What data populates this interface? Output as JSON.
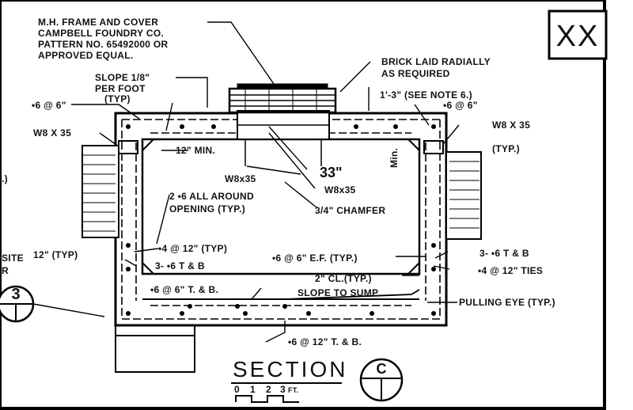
{
  "sheet": {
    "sheet_id": "XX",
    "section_title": "SECTION",
    "section_letter": "C",
    "detail_number": "3",
    "scale_labels": [
      "0",
      "1",
      "2",
      "3",
      "FT."
    ]
  },
  "callouts": {
    "mh_frame": [
      "M.H. FRAME AND COVER",
      "CAMPBELL FOUNDRY CO.",
      "PATTERN NO. 65492000 OR",
      "APPROVED EQUAL."
    ],
    "brick": [
      "BRICK LAID RADIALLY",
      "AS REQUIRED"
    ],
    "slope_top": [
      "SLOPE 1/8\"",
      "PER FOOT",
      "(TYP)"
    ],
    "see_note": "1'-3\" (SEE NOTE 6.)",
    "bar_top_left": "•6 @ 6\"",
    "bar_top_right": "•6 @ 6\"",
    "w8_left": "W8 X 35",
    "w8_right": "W8 X 35",
    "typ_right": "(TYP.)",
    "min_12": "12\" MIN.",
    "min_vertical": "Min.",
    "beam_a": "W8x35",
    "beam_b": "W8x35",
    "dim_33": "33\"",
    "chamfer": "3/4\" CHAMFER",
    "around_opening": [
      "2 •6 ALL AROUND",
      "OPENING (TYP.)"
    ],
    "bar_4_12": "•4 @ 12\" (TYP)",
    "typ_12": "12\" (TYP)",
    "t_b_left": "3- •6 T & B",
    "t_b_right": "3- •6 T & B",
    "ef": "•6 @ 6\" E.F. (TYP.)",
    "ties": "•4 @ 12\" TIES",
    "cl": "2\" CL.(TYP.)",
    "bar_6_tb": "•6 @ 6\" T. & B.",
    "slope_sump": "SLOPE TO SUMP",
    "pulling_eye": "PULLING EYE (TYP.)",
    "bottom_bars": "•6 @ 12\" T. & B.",
    "left_fragment_a": ".)",
    "left_fragment_b": [
      "SITE",
      "R"
    ]
  }
}
